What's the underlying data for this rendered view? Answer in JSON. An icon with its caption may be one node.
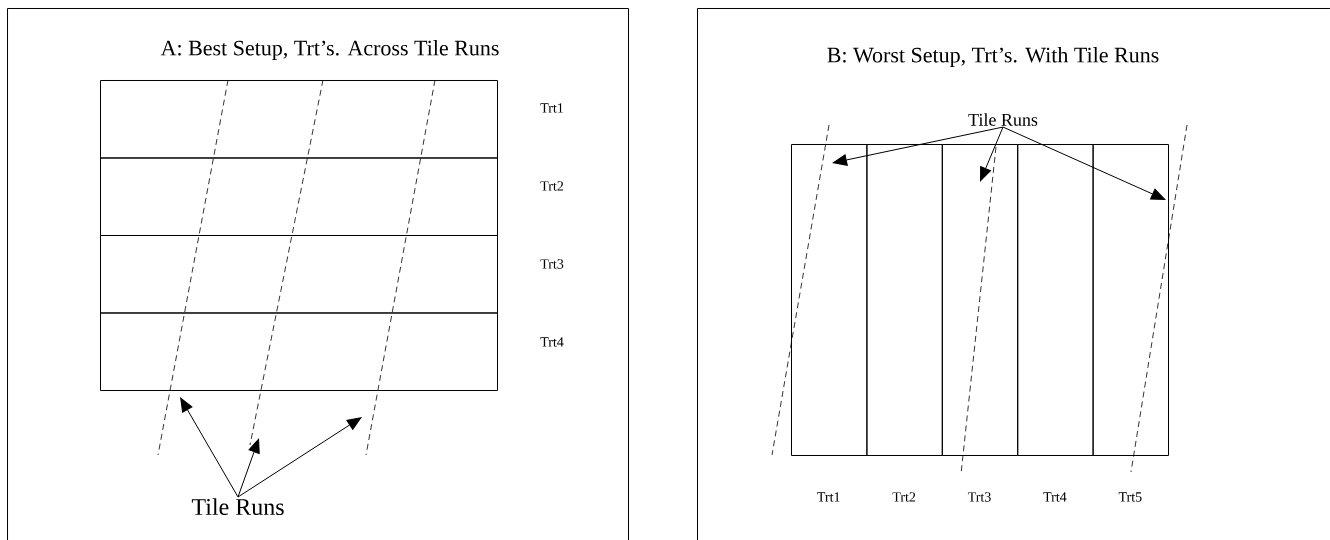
{
  "diagram": {
    "nodes": [
      {
        "text": [
          "A: Best Setup, Trt’s. Across Tile Runs"
        ]
      },
      {
        "text": [],
        "shape": "box",
        "in": 0,
        "beside": [
          "Trt1"
        ]
      },
      {
        "text": [],
        "shape": "box",
        "in": 0,
        "beside": [
          "Trt2"
        ]
      },
      {
        "text": [],
        "shape": "box",
        "in": 0,
        "beside": [
          "Trt3"
        ]
      },
      {
        "text": [],
        "shape": "box",
        "in": 0,
        "beside": [
          "Trt4"
        ]
      },
      {
        "text": [],
        "shape": "line",
        "in": 0
      },
      {
        "text": [],
        "shape": "line",
        "in": 0
      },
      {
        "text": [],
        "shape": "line",
        "in": 0
      },
      {
        "text": [
          "Tile Runs"
        ],
        "in": 0
      },
      {
        "text": [
          "B: Worst Setup, Trt’s. With Tile Runs"
        ]
      },
      {
        "text": [],
        "shape": "box",
        "in": 9
      },
      {
        "text": [],
        "shape": "box",
        "in": 9
      },
      {
        "text": [],
        "shape": "box",
        "in": 9
      },
      {
        "text": [],
        "shape": "box",
        "in": 9
      },
      {
        "text": [],
        "shape": "box",
        "in": 9
      },
      {
        "text": [],
        "shape": "line",
        "in": 9
      },
      {
        "text": [],
        "shape": "line",
        "in": 12
      },
      {
        "text": [],
        "shape": "line",
        "in": 9
      },
      {
        "text": [
          "Tile Runs"
        ],
        "in": 9
      }
    ],
    "edges": [
      {
        "from": 8,
        "to": 5,
        "arrow": "to"
      },
      {
        "from": 8,
        "to": 6,
        "arrow": "to"
      },
      {
        "from": 8,
        "to": 7,
        "arrow": "to"
      },
      {
        "from": 18,
        "to": 15,
        "arrow": "to"
      },
      {
        "from": 18,
        "to": 16,
        "arrow": "to"
      },
      {
        "from": 18,
        "to": 17,
        "arrow": "to"
      }
    ],
    "labels": [
      "Trt1",
      "Trt2",
      "Trt3",
      "Trt4",
      "Trt5"
    ]
  }
}
